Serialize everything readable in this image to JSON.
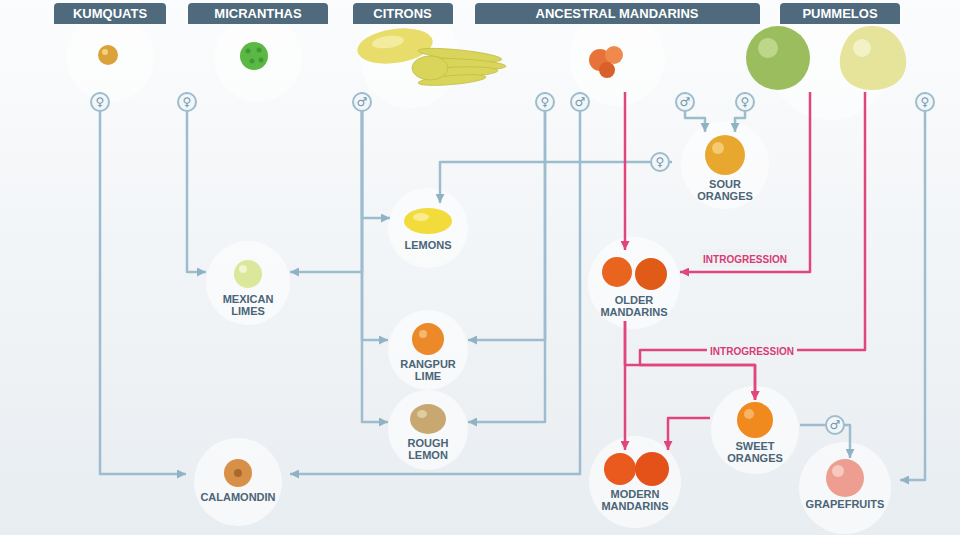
{
  "diagram": {
    "nodes": [
      {
        "text": [
          "KUMQUATS"
        ]
      },
      {
        "text": [
          "MICRANTHAS"
        ]
      },
      {
        "text": [
          "CITRONS"
        ]
      },
      {
        "text": [
          "ANCESTRAL MANDARINS"
        ]
      },
      {
        "text": [
          "PUMMELOS"
        ]
      },
      {
        "text": [
          "SOUR ORANGES"
        ]
      },
      {
        "text": [
          "LEMONS"
        ]
      },
      {
        "text": [
          "MEXICAN LIMES"
        ]
      },
      {
        "text": [
          "OLDER MANDARINS"
        ]
      },
      {
        "text": [
          "RANGPUR LIME"
        ]
      },
      {
        "text": [
          "ROUGH LEMON"
        ]
      },
      {
        "text": [
          "SWEET ORANGES"
        ]
      },
      {
        "text": [
          "CALAMONDIN"
        ]
      },
      {
        "text": [
          "MODERN MANDARINS"
        ]
      },
      {
        "text": [
          "GRAPEFRUITS"
        ]
      }
    ],
    "edges": [
      {
        "from": 3,
        "to": 5,
        "arrow": "to"
      },
      {
        "from": 4,
        "to": 5,
        "arrow": "to"
      },
      {
        "from": 5,
        "to": 6,
        "arrow": "to"
      },
      {
        "from": 2,
        "to": 6,
        "arrow": "to"
      },
      {
        "from": 1,
        "to": 7,
        "arrow": "to"
      },
      {
        "from": 2,
        "to": 7,
        "arrow": "to"
      },
      {
        "from": 3,
        "to": 8,
        "arrow": "to"
      },
      {
        "from": 4,
        "to": 8,
        "label": "INTROGRESSION",
        "arrow": "to"
      },
      {
        "from": 2,
        "to": 9,
        "arrow": "to"
      },
      {
        "from": 3,
        "to": 9,
        "arrow": "to"
      },
      {
        "from": 2,
        "to": 10,
        "arrow": "to"
      },
      {
        "from": 3,
        "to": 10,
        "arrow": "to"
      },
      {
        "from": 8,
        "to": 13,
        "arrow": "to"
      },
      {
        "from": 4,
        "to": 11,
        "label": "INTROGRESSION",
        "arrow": "to"
      },
      {
        "from": 8,
        "to": 11,
        "arrow": "to"
      },
      {
        "from": 11,
        "to": 13,
        "arrow": "to"
      },
      {
        "from": 11,
        "to": 14,
        "arrow": "to"
      },
      {
        "from": 4,
        "to": 14,
        "arrow": "to"
      },
      {
        "from": 0,
        "to": 12,
        "arrow": "to"
      },
      {
        "from": 3,
        "to": 12,
        "arrow": "to"
      }
    ],
    "labels": [
      "♀",
      "♀",
      "♂",
      "♀",
      "♂",
      "♂",
      "♀",
      "♀",
      "♀",
      "♂"
    ]
  }
}
